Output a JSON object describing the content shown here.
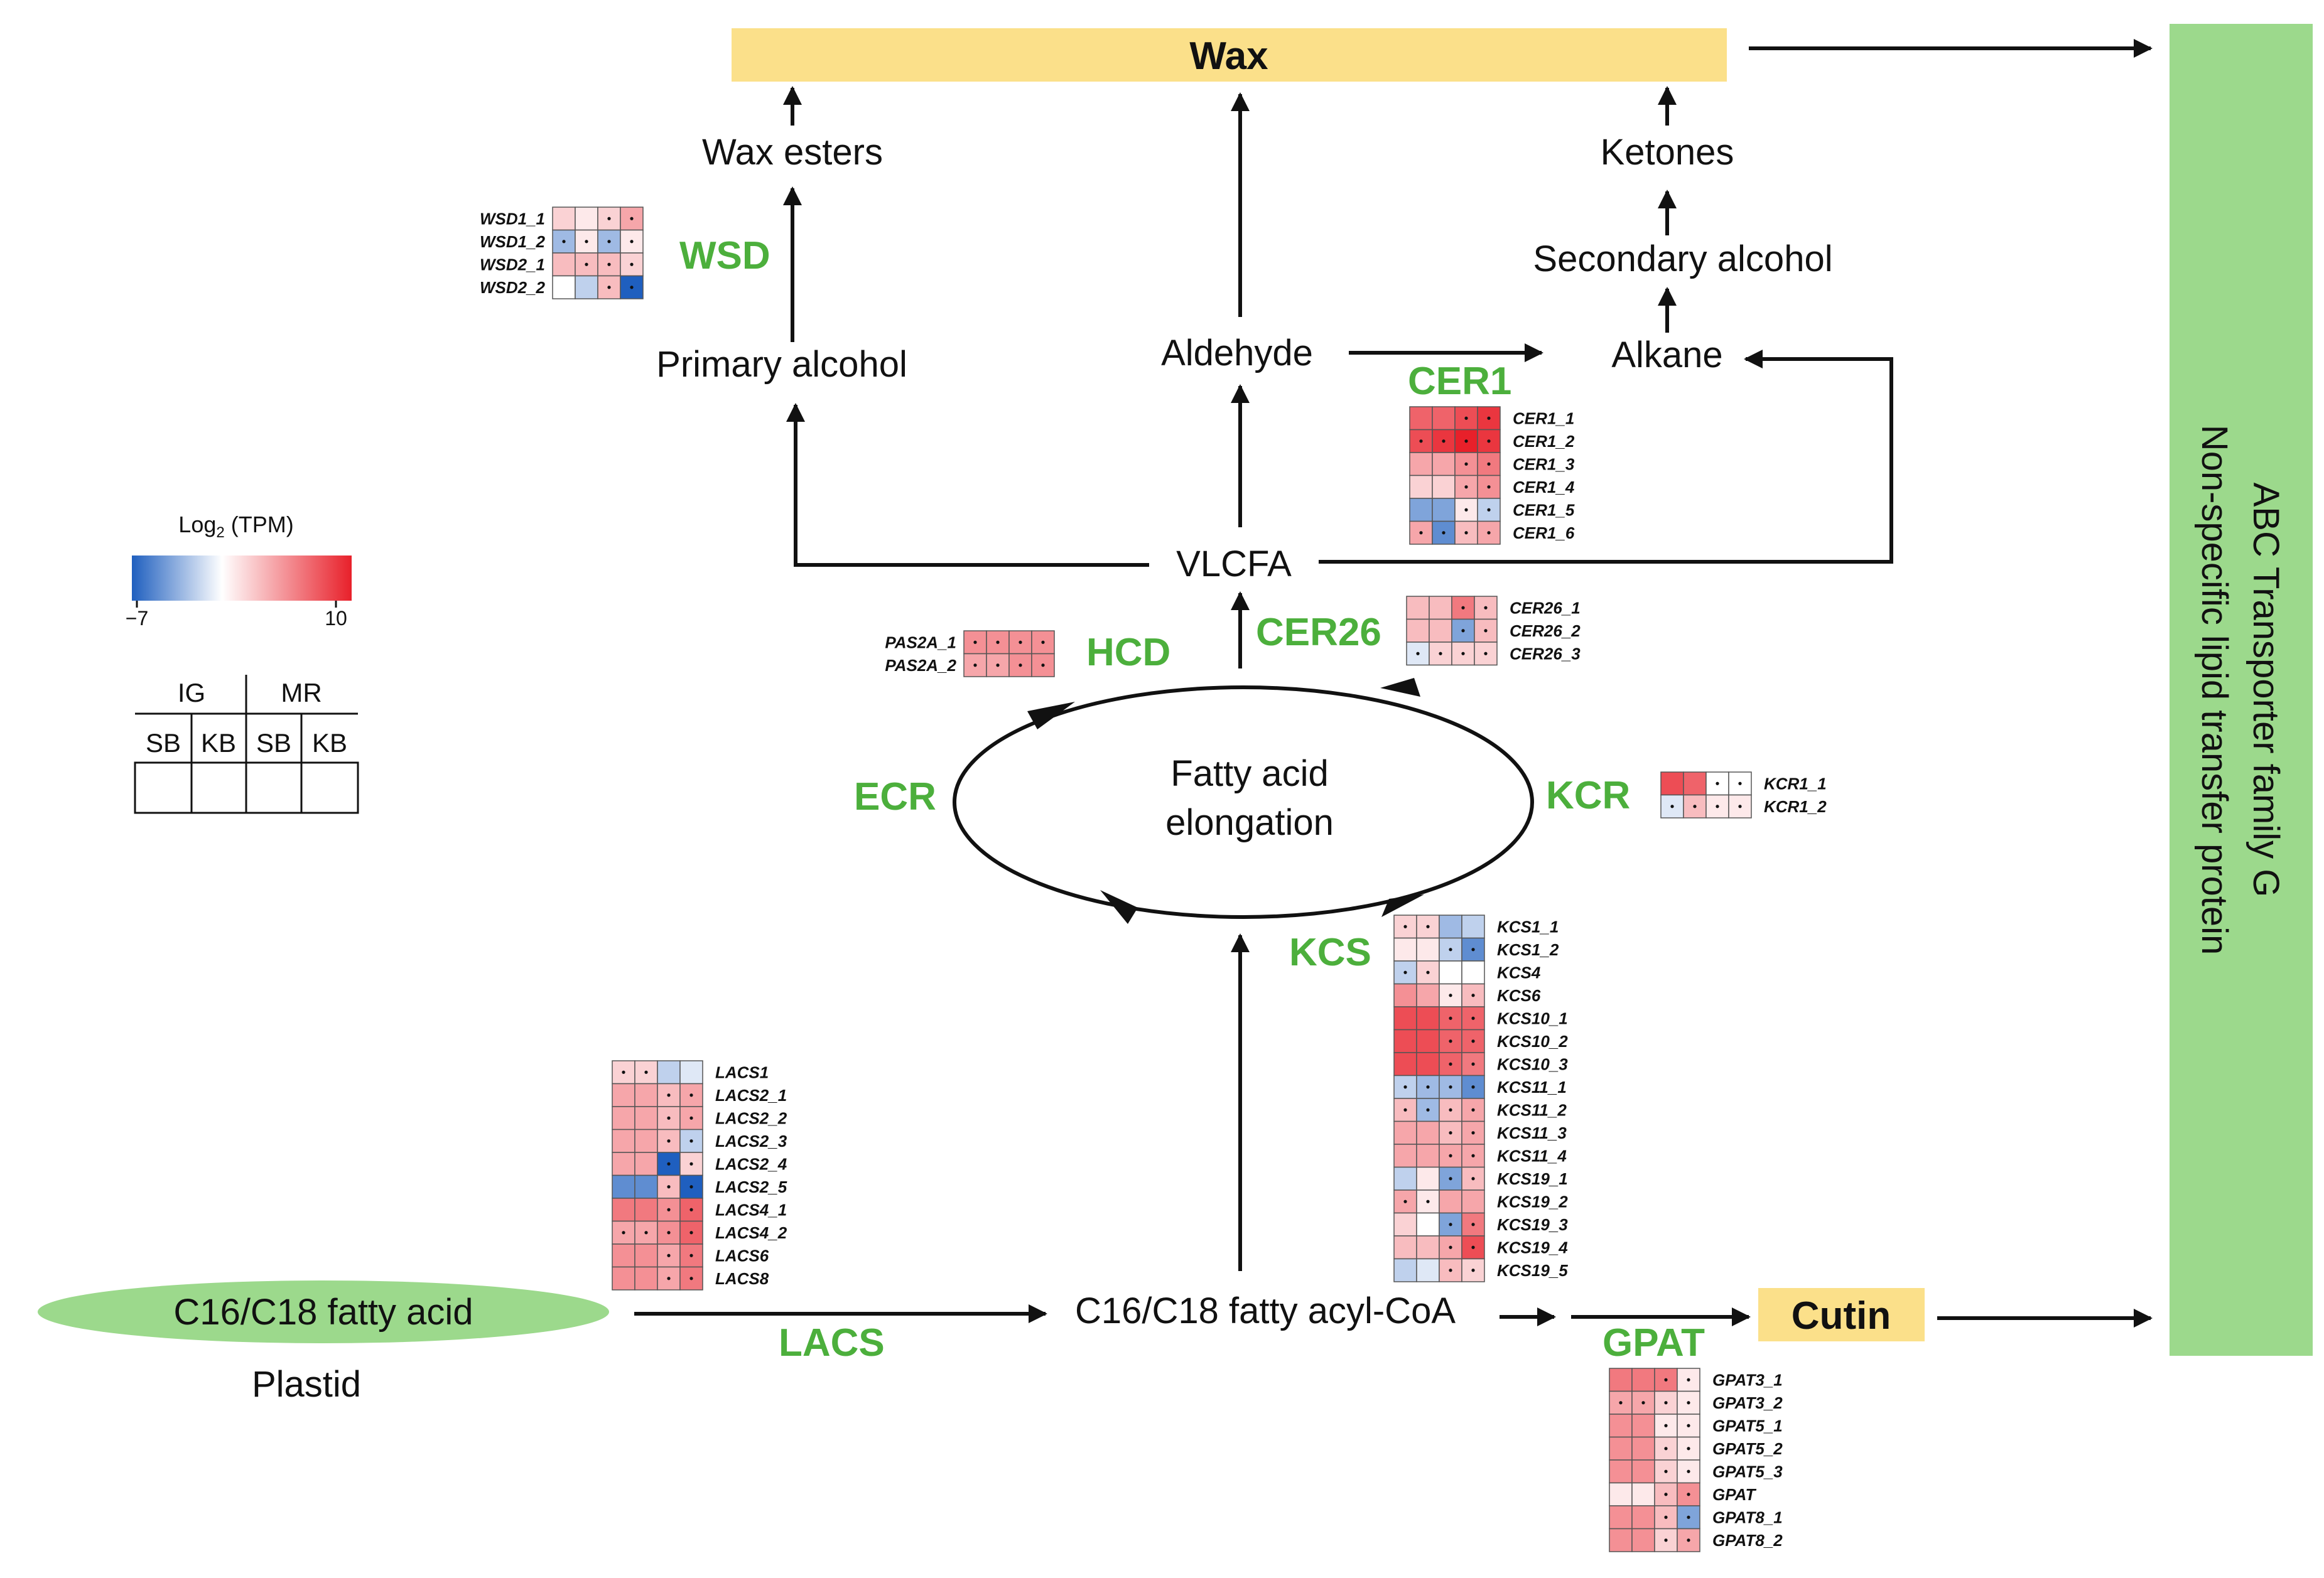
{
  "colors": {
    "enzyme": "#4caf3c",
    "wax_box": "#fbe08a",
    "cutin_box": "#fbe08a",
    "transport_box": "#9cd98c",
    "plastid": "#9cd98c",
    "low": "#1f5fbf",
    "mid": "#ffffff",
    "high": "#e8202a"
  },
  "boxes": {
    "wax": "Wax",
    "cutin": "Cutin",
    "transport_line1": "ABC Transporter family G",
    "transport_line2": "Non-specific lipid transfer protein"
  },
  "nodes": {
    "wax_esters": "Wax esters",
    "ketones": "Ketones",
    "secondary_alcohol": "Secondary alcohol",
    "primary_alcohol": "Primary alcohol",
    "aldehyde": "Aldehyde",
    "alkane": "Alkane",
    "vlcfa": "VLCFA",
    "fae_line1": "Fatty acid",
    "fae_line2": "elongation",
    "fatty_acid": "C16/C18 fatty acid",
    "plastid": "Plastid",
    "acyl_coa": "C16/C18 fatty acyl-CoA"
  },
  "enzymes": {
    "wsd": "WSD",
    "cer1": "CER1",
    "hcd": "HCD",
    "cer26": "CER26",
    "ecr": "ECR",
    "kcr": "KCR",
    "kcs": "KCS",
    "lacs": "LACS",
    "gpat": "GPAT"
  },
  "legend": {
    "title_main": "Log",
    "title_sub": "2",
    "title_rest": " (TPM)",
    "min_label": "−7",
    "max_label": "10",
    "min": -7,
    "max": 10,
    "group1": "IG",
    "group2": "MR",
    "cols": [
      "SB",
      "KB",
      "SB",
      "KB"
    ]
  },
  "heatmaps": {
    "wsd": {
      "genes": [
        "WSD1_1",
        "WSD1_2",
        "WSD2_1",
        "WSD2_2"
      ],
      "values": [
        [
          2,
          1,
          2,
          4
        ],
        [
          -3,
          1,
          -3,
          1
        ],
        [
          3,
          3,
          3,
          2
        ],
        [
          0,
          -2,
          3,
          -7
        ]
      ],
      "marks": [
        [
          0,
          0,
          1,
          1
        ],
        [
          1,
          1,
          1,
          1
        ],
        [
          0,
          1,
          1,
          1
        ],
        [
          0,
          0,
          1,
          1
        ]
      ]
    },
    "cer1": {
      "genes": [
        "CER1_1",
        "CER1_2",
        "CER1_3",
        "CER1_4",
        "CER1_5",
        "CER1_6"
      ],
      "values": [
        [
          7,
          7,
          8,
          9
        ],
        [
          8,
          9,
          10,
          9
        ],
        [
          4,
          4,
          5,
          6
        ],
        [
          2,
          2,
          4,
          5
        ],
        [
          -4,
          -4,
          1,
          -2
        ],
        [
          4,
          -5,
          3,
          4
        ]
      ],
      "marks": [
        [
          0,
          0,
          1,
          1
        ],
        [
          1,
          1,
          1,
          1
        ],
        [
          0,
          0,
          1,
          1
        ],
        [
          0,
          0,
          1,
          1
        ],
        [
          0,
          0,
          1,
          1
        ],
        [
          1,
          1,
          1,
          1
        ]
      ]
    },
    "hcd": {
      "genes": [
        "PAS2A_1",
        "PAS2A_2"
      ],
      "values": [
        [
          5,
          5,
          5,
          5
        ],
        [
          4,
          4,
          5,
          5
        ]
      ],
      "marks": [
        [
          1,
          1,
          1,
          1
        ],
        [
          1,
          1,
          1,
          1
        ]
      ]
    },
    "cer26": {
      "genes": [
        "CER26_1",
        "CER26_2",
        "CER26_3"
      ],
      "values": [
        [
          3,
          3,
          6,
          3
        ],
        [
          3,
          3,
          -4,
          3
        ],
        [
          -1,
          2,
          2,
          2
        ]
      ],
      "marks": [
        [
          0,
          0,
          1,
          1
        ],
        [
          0,
          0,
          1,
          1
        ],
        [
          1,
          1,
          1,
          1
        ]
      ]
    },
    "kcr": {
      "genes": [
        "KCR1_1",
        "KCR1_2"
      ],
      "values": [
        [
          8,
          7,
          0,
          0
        ],
        [
          -1,
          3,
          1,
          1
        ]
      ],
      "marks": [
        [
          0,
          0,
          1,
          1
        ],
        [
          1,
          1,
          1,
          1
        ]
      ]
    },
    "kcs": {
      "genes": [
        "KCS1_1",
        "KCS1_2",
        "KCS4",
        "KCS6",
        "KCS10_1",
        "KCS10_2",
        "KCS10_3",
        "KCS11_1",
        "KCS11_2",
        "KCS11_3",
        "KCS11_4",
        "KCS19_1",
        "KCS19_2",
        "KCS19_3",
        "KCS19_4",
        "KCS19_5"
      ],
      "values": [
        [
          2,
          2,
          -3,
          -2
        ],
        [
          1,
          1,
          -2,
          -5
        ],
        [
          -2,
          2,
          0,
          0
        ],
        [
          5,
          4,
          1,
          3
        ],
        [
          8,
          8,
          7,
          7
        ],
        [
          8,
          8,
          7,
          7
        ],
        [
          8,
          8,
          7,
          6
        ],
        [
          -2,
          -3,
          -3,
          -5
        ],
        [
          3,
          -3,
          3,
          4
        ],
        [
          4,
          4,
          3,
          4
        ],
        [
          4,
          4,
          4,
          4
        ],
        [
          -2,
          1,
          -4,
          3
        ],
        [
          4,
          1,
          4,
          4
        ],
        [
          2,
          0,
          -4,
          6
        ],
        [
          3,
          3,
          4,
          8
        ],
        [
          -2,
          -1,
          3,
          2
        ]
      ],
      "marks": [
        [
          1,
          1,
          0,
          0
        ],
        [
          0,
          0,
          1,
          1
        ],
        [
          1,
          1,
          0,
          0
        ],
        [
          0,
          0,
          1,
          1
        ],
        [
          0,
          0,
          1,
          1
        ],
        [
          0,
          0,
          1,
          1
        ],
        [
          0,
          0,
          1,
          1
        ],
        [
          1,
          1,
          1,
          1
        ],
        [
          1,
          1,
          1,
          1
        ],
        [
          0,
          0,
          1,
          1
        ],
        [
          0,
          0,
          1,
          1
        ],
        [
          0,
          0,
          1,
          1
        ],
        [
          1,
          1,
          0,
          0
        ],
        [
          0,
          0,
          1,
          1
        ],
        [
          0,
          0,
          1,
          1
        ],
        [
          0,
          0,
          1,
          1
        ]
      ]
    },
    "lacs": {
      "genes": [
        "LACS1",
        "LACS2_1",
        "LACS2_2",
        "LACS2_3",
        "LACS2_4",
        "LACS2_5",
        "LACS4_1",
        "LACS4_2",
        "LACS6",
        "LACS8"
      ],
      "values": [
        [
          2,
          2,
          -2,
          -1
        ],
        [
          4,
          4,
          3,
          4
        ],
        [
          4,
          4,
          3,
          4
        ],
        [
          4,
          4,
          3,
          -2
        ],
        [
          4,
          4,
          -7,
          2
        ],
        [
          -5,
          -5,
          3,
          -7
        ],
        [
          6,
          6,
          5,
          7
        ],
        [
          4,
          4,
          5,
          7
        ],
        [
          5,
          5,
          4,
          6
        ],
        [
          5,
          5,
          4,
          6
        ]
      ],
      "marks": [
        [
          1,
          1,
          0,
          0
        ],
        [
          0,
          0,
          1,
          1
        ],
        [
          0,
          0,
          1,
          1
        ],
        [
          0,
          0,
          1,
          1
        ],
        [
          0,
          0,
          1,
          1
        ],
        [
          0,
          0,
          1,
          1
        ],
        [
          0,
          0,
          1,
          1
        ],
        [
          1,
          1,
          1,
          1
        ],
        [
          0,
          0,
          1,
          1
        ],
        [
          0,
          0,
          1,
          1
        ]
      ]
    },
    "gpat": {
      "genes": [
        "GPAT3_1",
        "GPAT3_2",
        "GPAT5_1",
        "GPAT5_2",
        "GPAT5_3",
        "GPAT",
        "GPAT8_1",
        "GPAT8_2"
      ],
      "values": [
        [
          6,
          6,
          6,
          1
        ],
        [
          4,
          4,
          2,
          1
        ],
        [
          5,
          5,
          1,
          1
        ],
        [
          5,
          5,
          2,
          1
        ],
        [
          5,
          5,
          2,
          1
        ],
        [
          1,
          1,
          3,
          5
        ],
        [
          5,
          5,
          3,
          -4
        ],
        [
          5,
          5,
          2,
          4
        ]
      ],
      "marks": [
        [
          0,
          0,
          1,
          1
        ],
        [
          1,
          1,
          1,
          1
        ],
        [
          0,
          0,
          1,
          1
        ],
        [
          0,
          0,
          1,
          1
        ],
        [
          0,
          0,
          1,
          1
        ],
        [
          0,
          0,
          1,
          1
        ],
        [
          0,
          0,
          1,
          1
        ],
        [
          0,
          0,
          1,
          1
        ]
      ]
    }
  }
}
